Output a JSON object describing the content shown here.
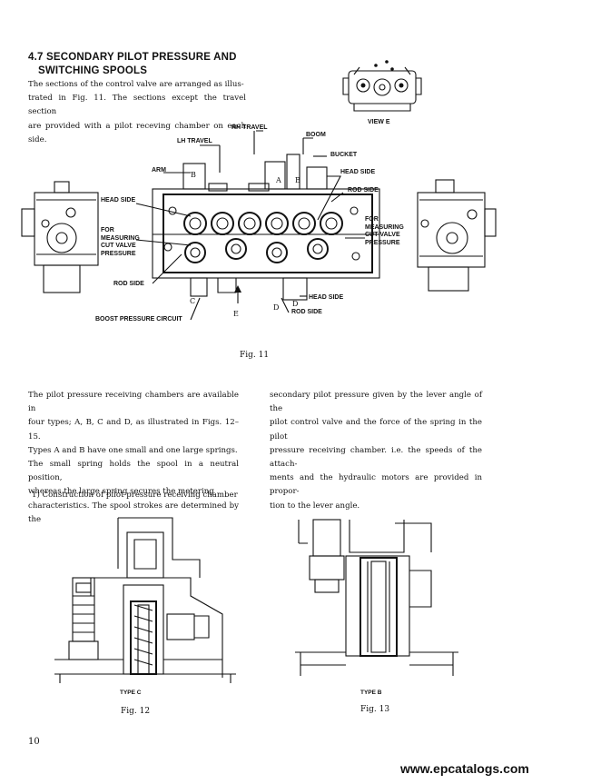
{
  "section": {
    "number": "4.7",
    "title_line1": "4.7 SECONDARY PILOT PRESSURE AND",
    "title_line2": "SWITCHING SPOOLS"
  },
  "intro": {
    "line1": "The sections of the control valve are arranged as illus-",
    "line2": "trated in Fig. 11.  The sections except the travel section",
    "line3": "are provided with a pilot receving chamber on each side."
  },
  "fig11": {
    "view_label": "VIEW E",
    "labels": {
      "rh_travel": "RH TRAVEL",
      "lh_travel": "LH TRAVEL",
      "boom": "BOOM",
      "bucket": "BUCKET",
      "arm": "ARM",
      "head_side_right": "HEAD SIDE",
      "rod_side_right": "ROD SIDE",
      "head_side_left": "HEAD SIDE",
      "for_measuring_left_1": "FOR",
      "for_measuring_left_2": "MEASURING",
      "for_measuring_left_3": "CUT VALVE",
      "for_measuring_left_4": "PRESSURE",
      "for_measuring_right_1": "FOR",
      "for_measuring_right_2": "MEASURING",
      "for_measuring_right_3": "CUT VALVE",
      "for_measuring_right_4": "PRESSURE",
      "rod_side_left": "ROD SIDE",
      "head_side_bottom": "HEAD SIDE",
      "rod_side_bottom": "ROD SIDE",
      "boost_pressure": "BOOST PRESSURE CIRCUIT",
      "letter_b1": "B",
      "letter_a": "A",
      "letter_b2": "B",
      "letter_c": "C",
      "letter_d1": "D",
      "letter_d2": "D",
      "letter_e": "E"
    },
    "caption": "Fig. 11"
  },
  "para2_left": {
    "line1": "The pilot pressure receiving chambers are available in",
    "line2": "four types; A, B, C and D, as illustrated in Figs. 12–15.",
    "line3": "Types A and B have one small and one large springs.",
    "line4": "The small spring holds the spool in a neutral position,",
    "line5": "whereas the large spring secures the metering",
    "line6": "characteristics.  The spool strokes are determined by the"
  },
  "para2_right": {
    "line1": "secondary pilot pressure given by the lever angle of the",
    "line2": "pilot control valve and the force of the spring in the pilot",
    "line3": "pressure receiving chamber. i.e. the speeds of the attach-",
    "line4": "ments and the hydraulic motors are provided in propor-",
    "line5": "tion to the lever angle."
  },
  "subheading": "1)  Construction of pilot pressure receiving chamber",
  "fig12": {
    "type_label": "TYPE C",
    "caption": "Fig. 12"
  },
  "fig13": {
    "type_label": "TYPE B",
    "caption": "Fig. 13"
  },
  "page_number": "10",
  "watermark": "www.epcatalogs.com"
}
